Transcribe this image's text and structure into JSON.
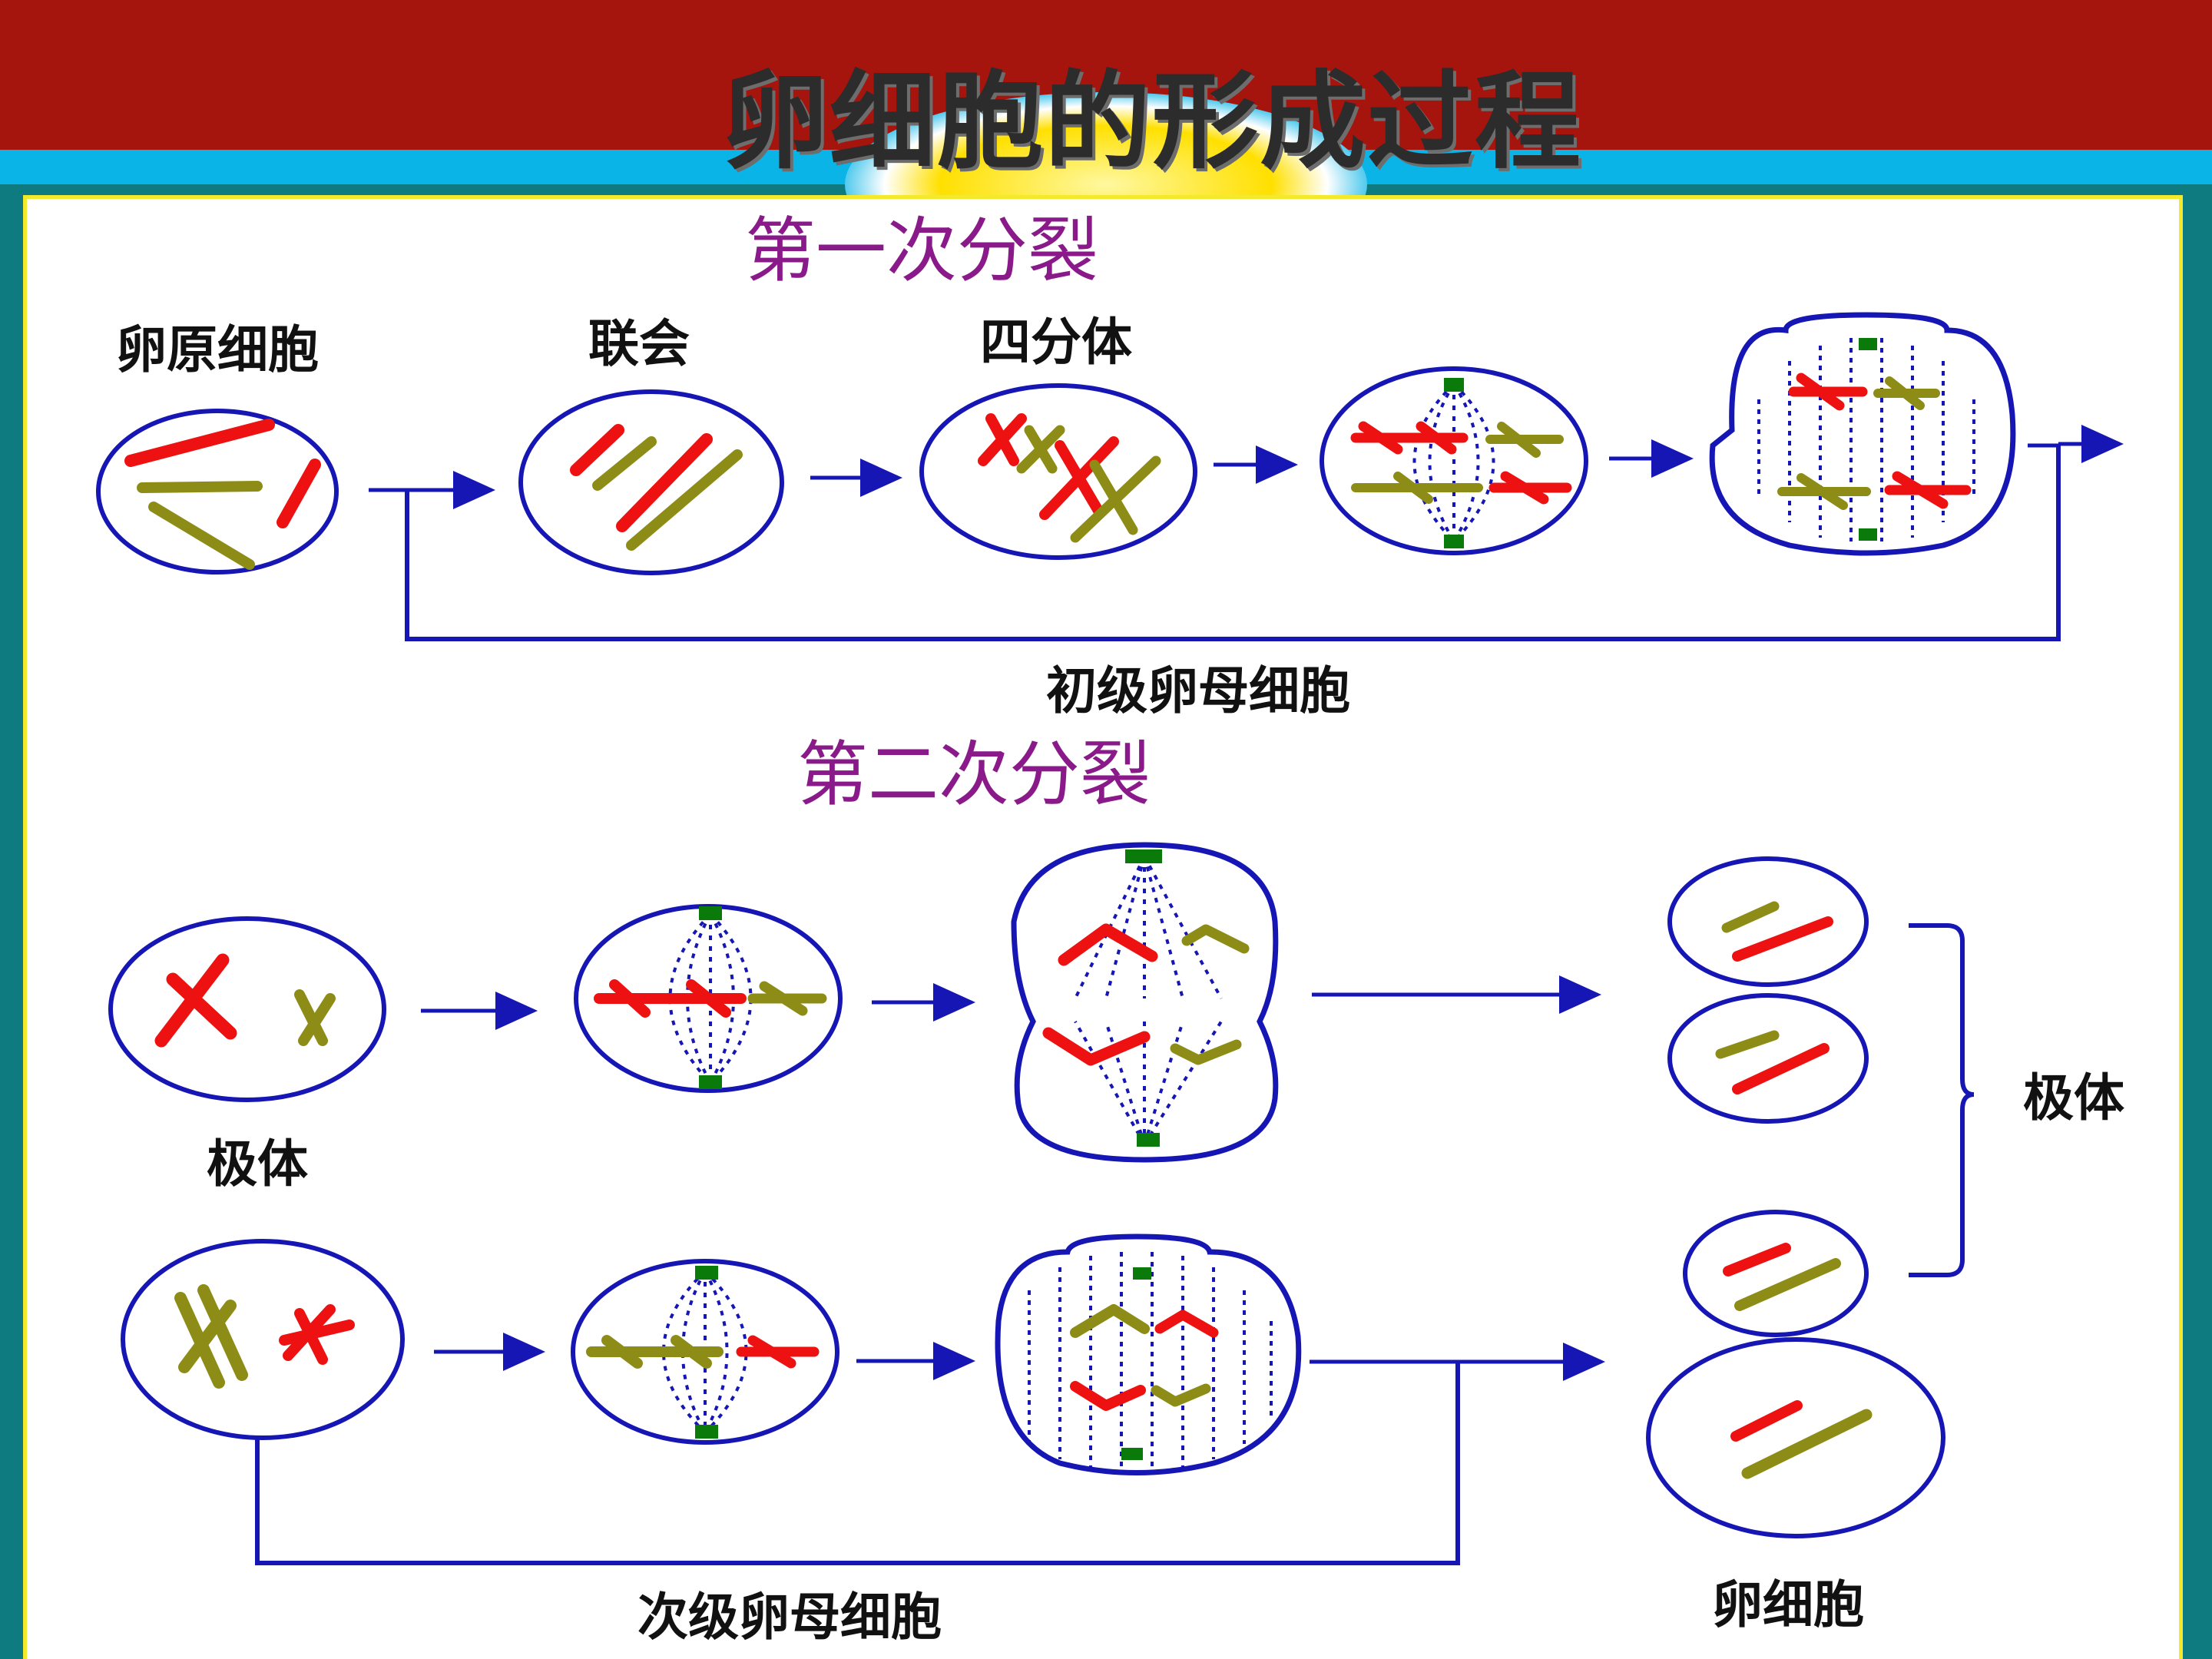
{
  "slide": {
    "title": "卵细胞的形成过程"
  },
  "division_1": {
    "heading": "第一次分裂",
    "stages": {
      "oogonium": "卵原细胞",
      "synapsis": "联会",
      "tetrad": "四分体"
    },
    "bracket_label": "初级卵母细胞"
  },
  "division_2": {
    "heading": "第二次分裂",
    "polar_body_left": "极体",
    "polar_body_right": "极体",
    "bracket_label": "次级卵母细胞",
    "egg_cell": "卵细胞"
  },
  "colors": {
    "chromosome_red": "#ee1111",
    "chromosome_olive": "#8c8c16",
    "membrane": "#1616b4",
    "centriole": "#0a7a0a",
    "heading": "#8a1a8a"
  }
}
